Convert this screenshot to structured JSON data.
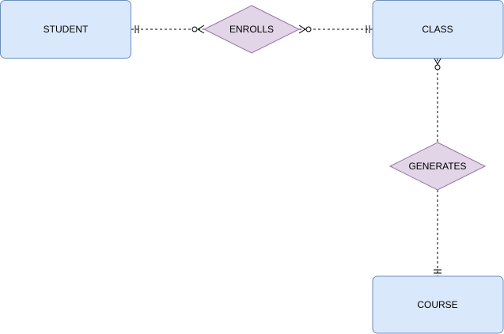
{
  "entities": {
    "student": "STUDENT",
    "class": "CLASS",
    "course": "COURSE"
  },
  "relationships": {
    "enrolls": "ENROLLS",
    "generates": "GENERATES"
  },
  "colors": {
    "entity_fill": "#dae8fc",
    "entity_stroke": "#6c8ebf",
    "relationship_fill": "#e1d5e7",
    "relationship_stroke": "#9673a6"
  }
}
